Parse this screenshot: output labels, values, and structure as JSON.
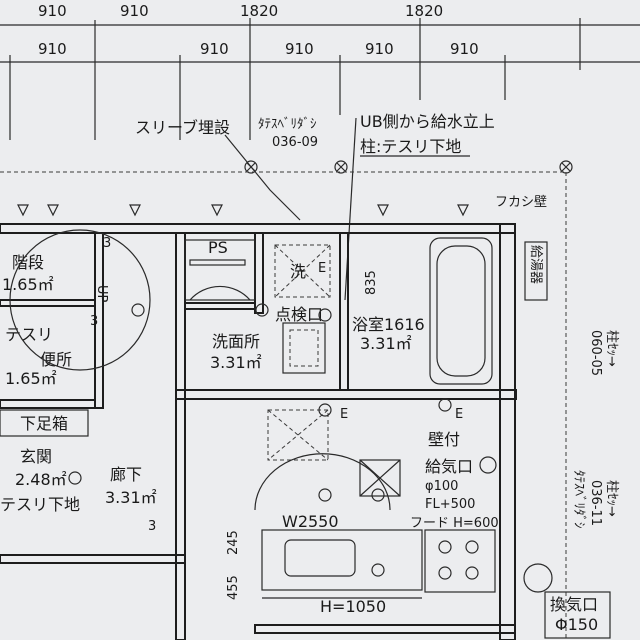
{
  "dimensions": {
    "top_row": [
      "910",
      "1820",
      "1820"
    ],
    "second_row": [
      "910",
      "910",
      "910",
      "910",
      "910"
    ]
  },
  "annotations": {
    "sleeve": "スリーブ埋設",
    "tatesu_label": "ﾀﾃｽﾍﾞﾘﾀﾞｼ",
    "tatesu_code1": "036-09",
    "ub_note_line1": "UB側から給水立上",
    "ub_note_line2": "柱:テスリ下地",
    "fukashi": "フカシ壁",
    "ps": "PS",
    "tenken": "点検口",
    "wall_mounted": "壁付",
    "kyuki1": "給気口",
    "kyuki2": "φ100",
    "kyuki3": "FL+500",
    "hood": "フード H=600",
    "w_width": "W2550",
    "h_height": "H=1050",
    "dim_835": "835",
    "dim_245": "245",
    "dim_455": "455",
    "side_code1": "060-05",
    "side_code1b": "柱ｾｯ→",
    "side_code2": "036-11",
    "side_code2b": "柱ｾｯ→",
    "side_tatesu": "ﾀﾃｽﾍﾞﾘﾀﾞｼ",
    "boiler": "給湯器",
    "kanki1": "換気口",
    "kanki2": "Φ150",
    "up": "UP",
    "e1": "E",
    "e2": "E",
    "e3": "E",
    "three1": "3",
    "three2": "3",
    "three3": "3"
  },
  "rooms": {
    "kaidan": "階段",
    "kaidan_area": "1.65㎡",
    "tesuri": "テスリ",
    "benjo": "便所",
    "benjo_area": "1.65㎡",
    "shoebox": "下足箱",
    "genkan": "玄関",
    "genkan_area": "2.48㎡",
    "tesuri_shita": "テスリ下地",
    "rouka": "廊下",
    "rouka_area": "3.31㎡",
    "senmen": "洗面所",
    "senmen_area": "3.31㎡",
    "bath": "浴室1616",
    "bath_area": "3.31㎡",
    "sen_box": "洗"
  }
}
